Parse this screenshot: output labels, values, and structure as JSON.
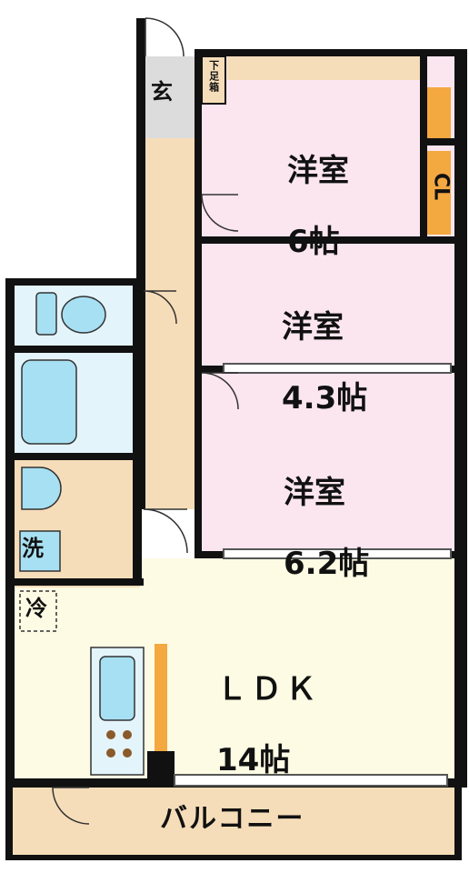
{
  "rooms": {
    "western1": {
      "name": "洋室",
      "size": "6帖"
    },
    "western2": {
      "name": "洋室",
      "size": "4.3帖"
    },
    "western3": {
      "name": "洋室",
      "size": "6.2帖"
    },
    "ldk": {
      "name": "ＬＤＫ",
      "size": "14帖"
    },
    "entrance": "玄",
    "balcony": "バルコニー",
    "closet": "CL",
    "shoe_box": "下足箱",
    "laundry": "洗",
    "fridge": "冷"
  },
  "colors": {
    "wall": "#111111",
    "bedroom_fill": "#fbe6ef",
    "ldk_fill": "#fdfbe4",
    "corridor_fill": "#f6ddb9",
    "wet_fill": "#e4f4fb",
    "fixture_fill": "#a7e0f2",
    "balcony_fill": "#f6ddb9",
    "wood": "#f4a840"
  }
}
